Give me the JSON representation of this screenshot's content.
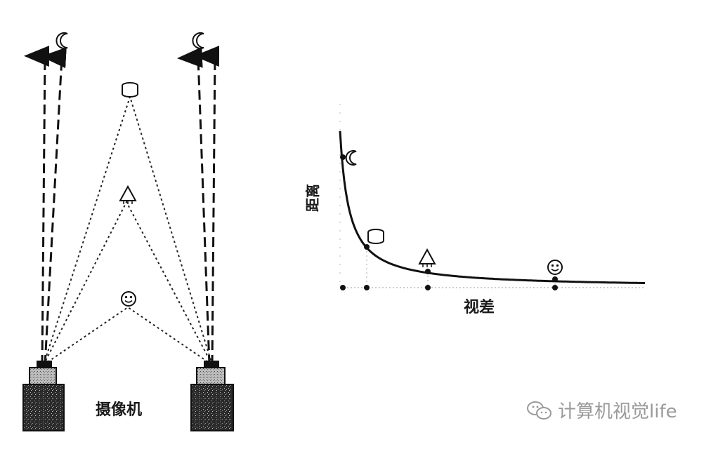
{
  "left_figure": {
    "camera_label": "摄像机"
  },
  "right_figure": {
    "xlabel": "视差",
    "ylabel": "距离"
  },
  "watermark": {
    "text": "计算机视觉life"
  }
}
